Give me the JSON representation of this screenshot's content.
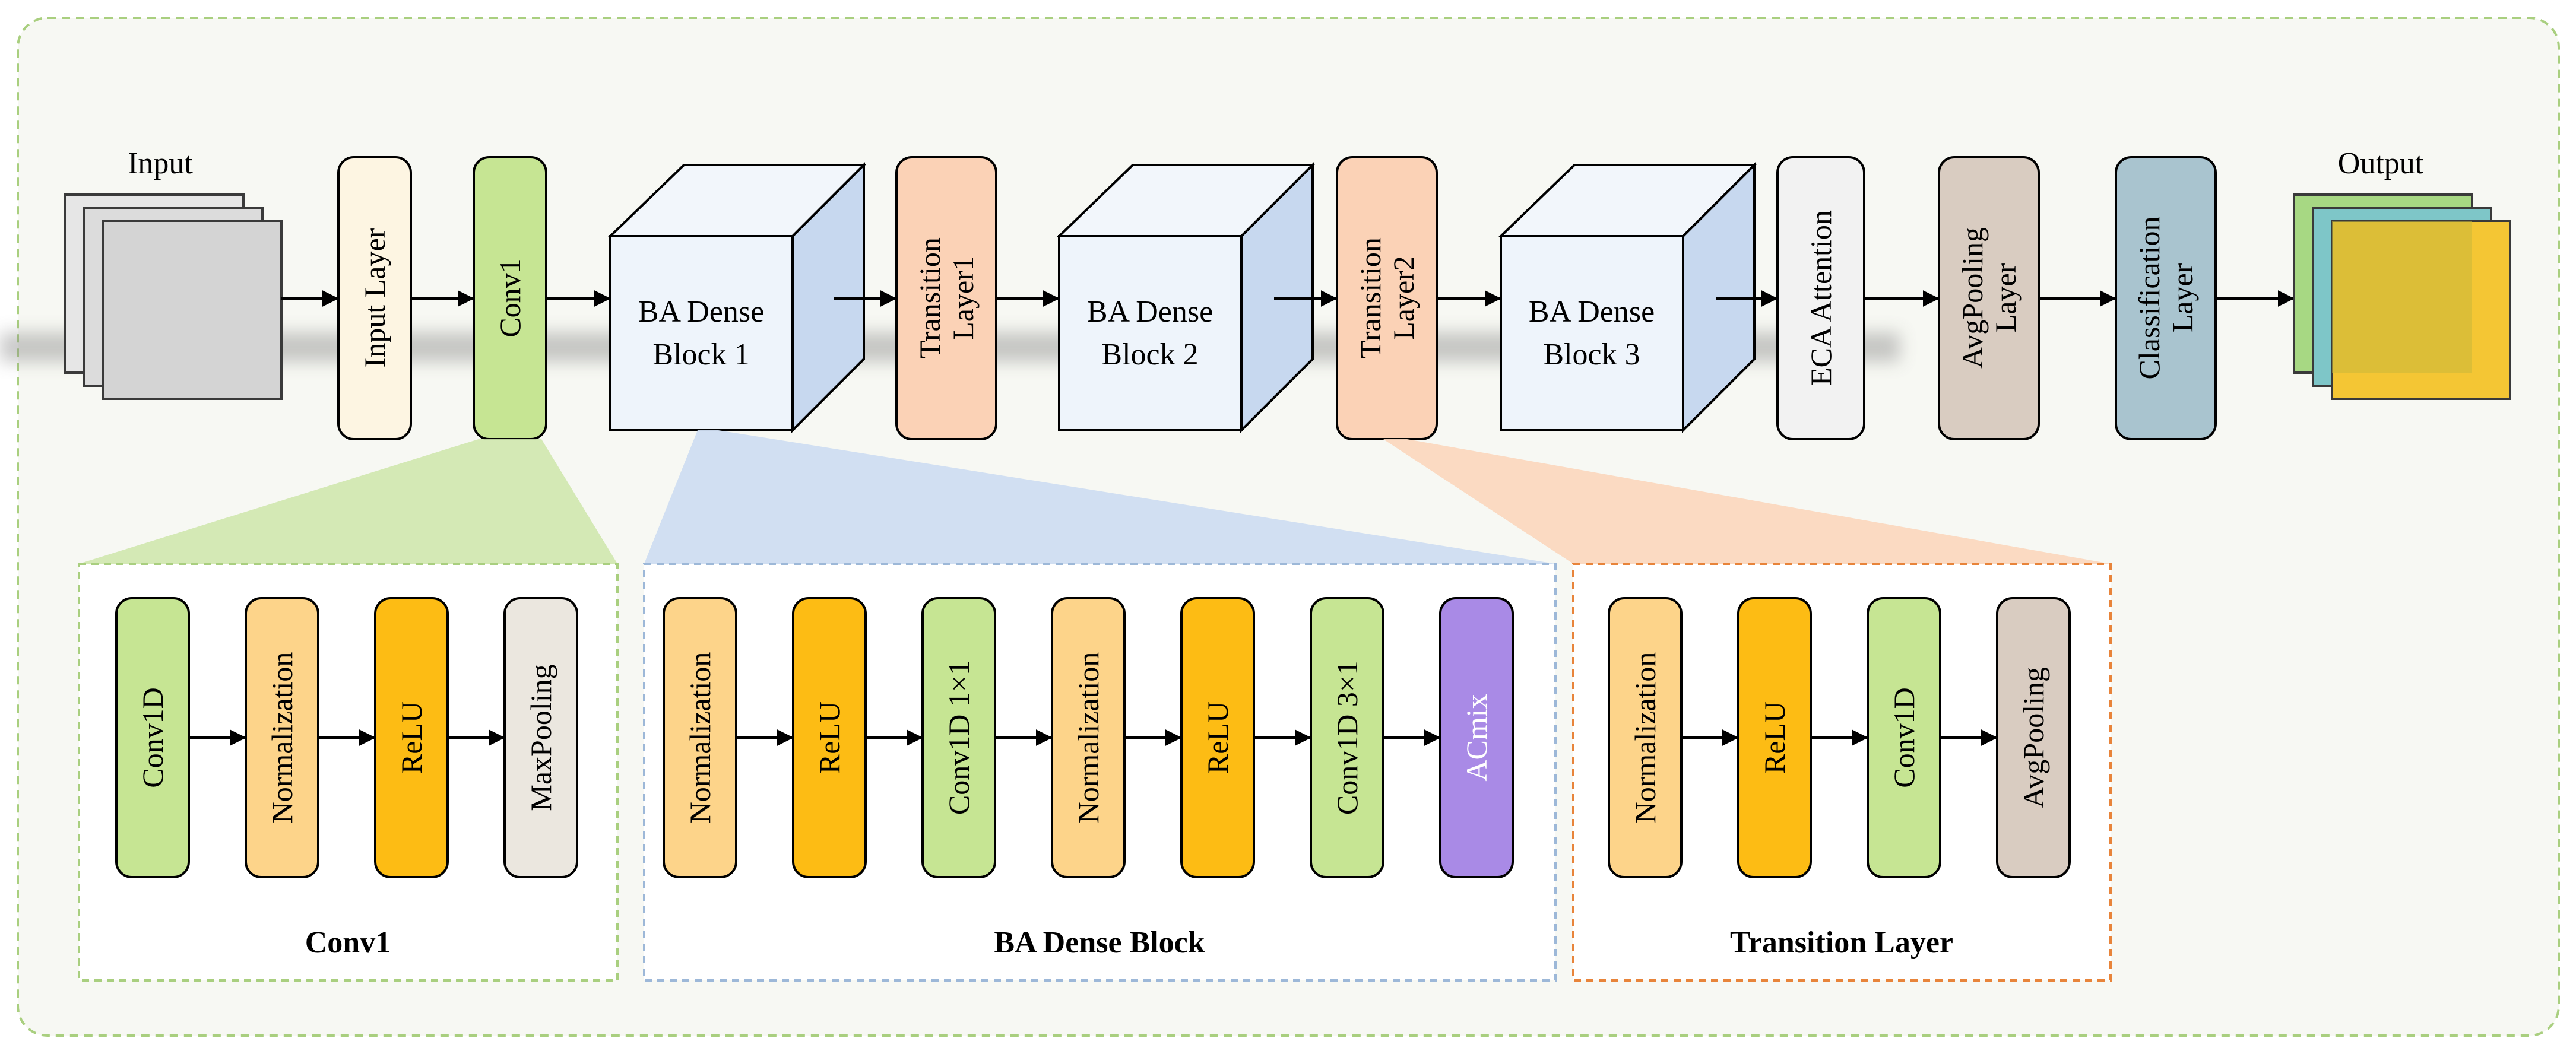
{
  "colors": {
    "panel_bg": "#f7f8f3",
    "panel_border": "#a9cf7f",
    "green": "#c6e593",
    "orange_light": "#fdd48a",
    "orange_dark": "#fdbc14",
    "peach": "#fbd2b6",
    "cream": "#fdf5e2",
    "gray_light": "#ebe7df",
    "taupe": "#d9ccc1",
    "white_gray": "#f2f2f2",
    "steel": "#a9c4cf",
    "purple": "#a98ae6",
    "cube_front": "#eef4fb",
    "cube_side": "#c7d8ef",
    "wedge_green": "#cfe7ae",
    "wedge_blue": "#cfddf1",
    "wedge_peach": "#fbd8bf",
    "output_green": "#a7d883",
    "output_teal": "#7ec6c8",
    "output_yellow": "#f4c634"
  },
  "main": {
    "input_label": "Input",
    "output_label": "Output",
    "input_layer": "Input Layer",
    "conv1": "Conv1",
    "ba_dense_1": [
      "BA Dense",
      "Block 1"
    ],
    "transition1": [
      "Transition",
      "Layer1"
    ],
    "ba_dense_2": [
      "BA Dense",
      "Block 2"
    ],
    "transition2": [
      "Transition",
      "Layer2"
    ],
    "ba_dense_3": [
      "BA Dense",
      "Block 3"
    ],
    "eca": "ECA Attention",
    "avgpool": [
      "AvgPooling",
      "Layer"
    ],
    "classification": [
      "Classification",
      "Layer"
    ]
  },
  "conv1_detail": {
    "title": "Conv1",
    "items": [
      "Conv1D",
      "Normalization",
      "ReLU",
      "MaxPooling"
    ]
  },
  "ba_dense_detail": {
    "title": "BA Dense Block",
    "items": [
      "Normalization",
      "ReLU",
      "Conv1D 1×1",
      "Normalization",
      "ReLU",
      "Conv1D 3×1",
      "ACmix"
    ]
  },
  "transition_detail": {
    "title": "Transition Layer",
    "items": [
      "Normalization",
      "ReLU",
      "Conv1D",
      "AvgPooling"
    ]
  }
}
